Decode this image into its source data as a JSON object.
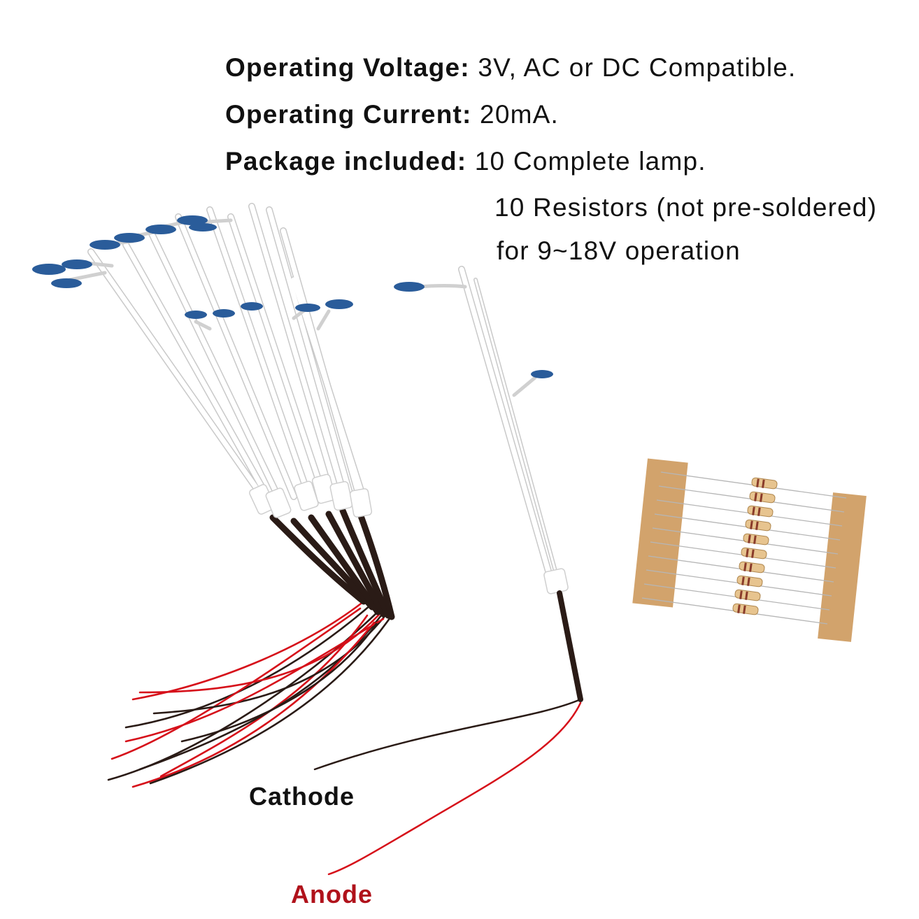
{
  "specs": {
    "voltage_label": "Operating Voltage:",
    "voltage_value": "3V, AC or DC Compatible.",
    "current_label": "Operating Current:",
    "current_value": "20mA.",
    "package_label": "Package included:",
    "package_line1": "10 Complete lamp.",
    "package_line2": "10 Resistors (not pre-soldered)",
    "package_line3": "for 9~18V operation"
  },
  "labels": {
    "cathode": "Cathode",
    "anode": "Anode"
  },
  "colors": {
    "text": "#111111",
    "anode_text": "#b0121b",
    "lamp_head": "#2a5c9a",
    "pole": "#ffffff",
    "pole_outline": "#c9c9c9",
    "wire_red": "#d6101a",
    "wire_black": "#2a1b16",
    "resistor_tape": "#d2a36c",
    "resistor_body": "#e7c48f"
  }
}
